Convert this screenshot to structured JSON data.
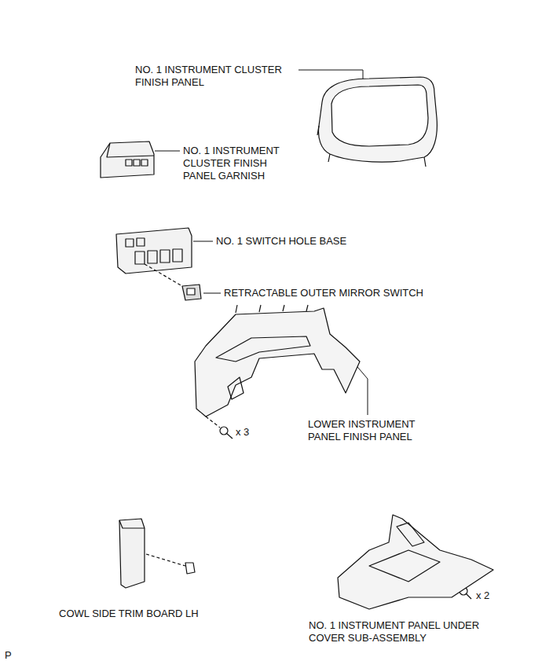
{
  "diagram": {
    "labels": [
      "NO. 1 INSTRUMENT CLUSTER FINISH PANEL",
      "NO. 1 INSTRUMENT CLUSTER FINISH PANEL GARNISH",
      "NO. 1 SWITCH HOLE BASE",
      "RETRACTABLE OUTER MIRROR SWITCH",
      "LOWER INSTRUMENT PANEL FINISH PANEL",
      "x 3",
      "COWL SIDE TRIM BOARD LH",
      "NO. 1 INSTRUMENT PANEL UNDER COVER SUB-ASSEMBLY",
      "x 2",
      "P"
    ]
  }
}
